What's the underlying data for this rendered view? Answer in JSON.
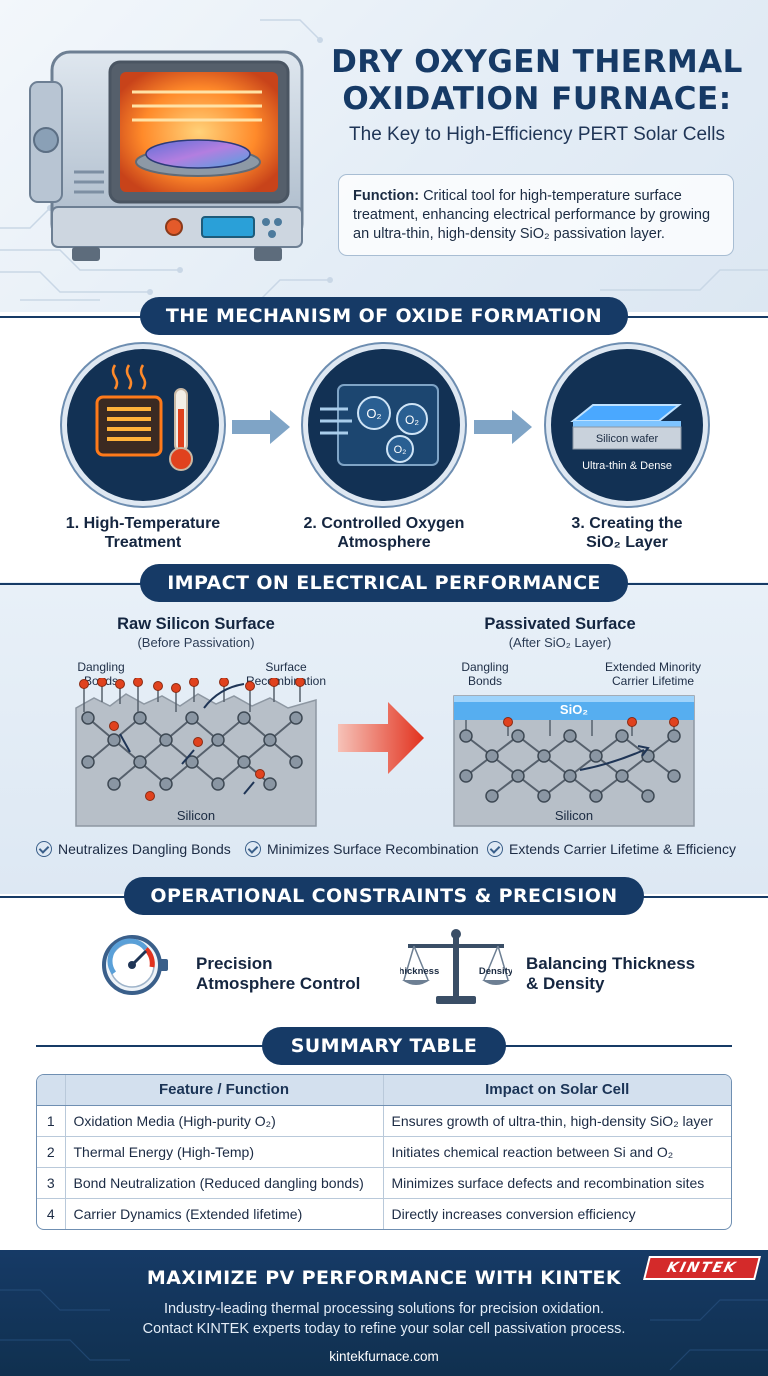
{
  "hero": {
    "title_line1": "DRY OXYGEN THERMAL",
    "title_line2": "OXIDATION FURNACE:",
    "subtitle": "The Key to High-Efficiency PERT Solar Cells",
    "function_label": "Function:",
    "function_text": " Critical tool for high-temperature surface treatment, enhancing electrical performance by growing an ultra-thin, high-density SiO₂ passivation layer."
  },
  "mechanism": {
    "heading": "THE MECHANISM OF OXIDE FORMATION",
    "steps": [
      {
        "line1": "1. High-Temperature",
        "line2": "Treatment"
      },
      {
        "line1": "2. Controlled Oxygen",
        "line2": "Atmosphere"
      },
      {
        "line1": "3. Creating the",
        "line2": "SiO₂ Layer"
      }
    ],
    "o2_label": "O₂",
    "wafer_label": "Silicon wafer",
    "wafer_caption": "Ultra-thin & Dense"
  },
  "impact": {
    "heading": "IMPACT ON ELECTRICAL PERFORMANCE",
    "left": {
      "title": "Raw Silicon Surface",
      "subtitle": "(Before Passivation)",
      "note1_line1": "Dangling",
      "note1_line2": "Bonds",
      "note2_line1": "Surface",
      "note2_line2": "Recombination",
      "material": "Silicon"
    },
    "right": {
      "title": "Passivated Surface",
      "subtitle": "(After SiO₂ Layer)",
      "note1_line1": "Dangling",
      "note1_line2": "Bonds",
      "note2_line1": "Extended Minority",
      "note2_line2": "Carrier Lifetime",
      "layer": "SiO₂",
      "material": "Silicon"
    },
    "checks": [
      "Neutralizes Dangling Bonds",
      "Minimizes Surface Recombination",
      "Extends Carrier Lifetime & Efficiency"
    ]
  },
  "constraints": {
    "heading": "OPERATIONAL CONSTRAINTS & PRECISION",
    "item1_line1": "Precision",
    "item1_line2": "Atmosphere Control",
    "item2_line1": "Balancing Thickness",
    "item2_line2": "& Density",
    "scale_left": "Thickness",
    "scale_right": "Density"
  },
  "summary": {
    "heading": "SUMMARY TABLE",
    "col_feature": "Feature / Function",
    "col_impact": "Impact on Solar Cell",
    "rows": [
      {
        "idx": "1",
        "feature": "Oxidation Media (High-purity O₂)",
        "impact": "Ensures growth of ultra-thin, high-density SiO₂ layer"
      },
      {
        "idx": "2",
        "feature": "Thermal Energy (High-Temp)",
        "impact": "Initiates chemical reaction between Si and O₂"
      },
      {
        "idx": "3",
        "feature": "Bond Neutralization (Reduced dangling bonds)",
        "impact": "Minimizes surface defects and recombination sites"
      },
      {
        "idx": "4",
        "feature": "Carrier Dynamics (Extended lifetime)",
        "impact": "Directly increases conversion efficiency"
      }
    ]
  },
  "footer": {
    "logo": "KINTEK",
    "title": "MAXIMIZE PV PERFORMANCE WITH KINTEK",
    "line1": "Industry-leading thermal processing solutions for precision oxidation.",
    "line2": "Contact KINTEK experts today to refine your solar cell passivation process.",
    "url": "kintekfurnace.com"
  },
  "colors": {
    "navy": "#163a66",
    "accent_red": "#d42a2a",
    "heat_orange": "#ff8a2a"
  }
}
